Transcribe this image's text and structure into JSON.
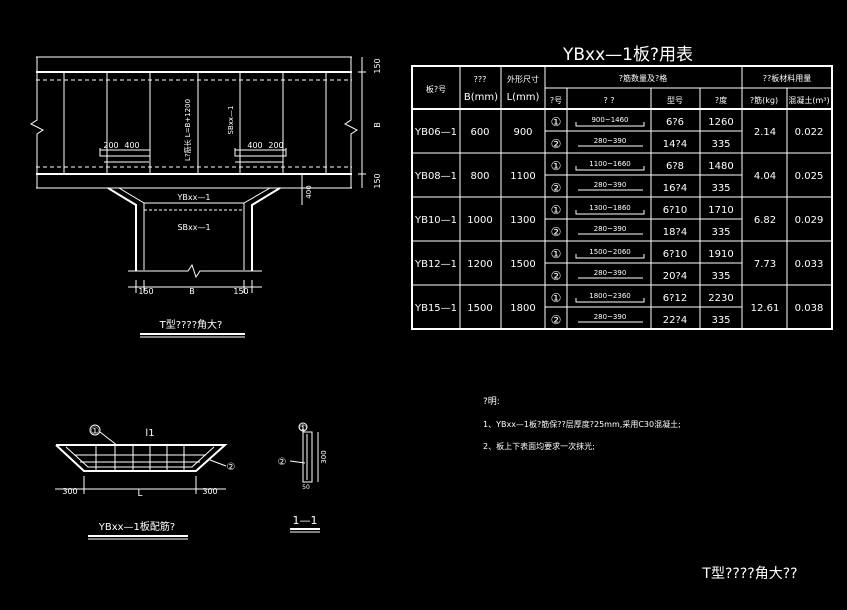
{
  "table": {
    "title": "YBxx—1板?用表",
    "headers": {
      "col1": "板?号",
      "col2_top": "???",
      "col2_bot": "B(mm)",
      "col3_top": "外形尺寸",
      "col3_bot": "L(mm)",
      "group_rebar": "?筋数量及?格",
      "sub_no": "?号",
      "sub_shape": "?  ?",
      "sub_type": "型号",
      "sub_len": "?度",
      "group_mat": "??板材料用量",
      "sub_steel": "?筋(kg)",
      "sub_conc": "混凝土(m³)"
    },
    "rows": [
      {
        "name": "YB06—1",
        "B": "600",
        "L": "900",
        "r1_dim": "900~1460",
        "r1_type": "6?6",
        "r1_len": "1260",
        "r2_dim": "280~390",
        "r2_type": "14?4",
        "r2_len": "335",
        "steel": "2.14",
        "conc": "0.022"
      },
      {
        "name": "YB08—1",
        "B": "800",
        "L": "1100",
        "r1_dim": "1100~1660",
        "r1_type": "6?8",
        "r1_len": "1480",
        "r2_dim": "280~390",
        "r2_type": "16?4",
        "r2_len": "335",
        "steel": "4.04",
        "conc": "0.025"
      },
      {
        "name": "YB10—1",
        "B": "1000",
        "L": "1300",
        "r1_dim": "1300~1860",
        "r1_type": "6?10",
        "r1_len": "1710",
        "r2_dim": "280~390",
        "r2_type": "18?4",
        "r2_len": "335",
        "steel": "6.82",
        "conc": "0.029"
      },
      {
        "name": "YB12—1",
        "B": "1200",
        "L": "1500",
        "r1_dim": "1500~2060",
        "r1_type": "6?10",
        "r1_len": "1910",
        "r2_dim": "280~390",
        "r2_type": "20?4",
        "r2_len": "335",
        "steel": "7.73",
        "conc": "0.033"
      },
      {
        "name": "YB15—1",
        "B": "1500",
        "L": "1800",
        "r1_dim": "1800~2360",
        "r1_type": "6?12",
        "r1_len": "2230",
        "r2_dim": "280~390",
        "r2_type": "22?4",
        "r2_len": "335",
        "steel": "12.61",
        "conc": "0.038"
      }
    ],
    "mark1": "①",
    "mark2": "②"
  },
  "plan": {
    "dim_150_top": "150",
    "dim_B_right": "B",
    "dim_150_bot": "150",
    "dim_200_left": "200",
    "dim_400_left": "400",
    "dim_400_right": "400",
    "dim_200_right": "200",
    "vert_text_1": "L?筋长 L=B+1200",
    "vert_text_2": "SBxx—1",
    "dim_400_side": "400",
    "label_yb": "YBxx—1",
    "label_sb": "SBxx—1",
    "bot_150_left": "150",
    "bot_B": "B",
    "bot_150_right": "150",
    "caption": "T型????角大?"
  },
  "notes": {
    "heading": "?明:",
    "line1": "1、YBxx—1板?筋保??层厚度?25mm,采用C30混凝土;",
    "line2": "2、板上下表面均要求一次抹光;"
  },
  "detail": {
    "mark1": "①",
    "mark2": "②",
    "l1": "l1",
    "L": "L",
    "dim_300_left": "300",
    "dim_300_right": "300",
    "caption": "YBxx—1板配筋?"
  },
  "section": {
    "mark1": "①",
    "mark2": "②",
    "dim_300": "300",
    "dim_50": "50",
    "caption": "1—1"
  },
  "footer_title": "T型????角大??"
}
